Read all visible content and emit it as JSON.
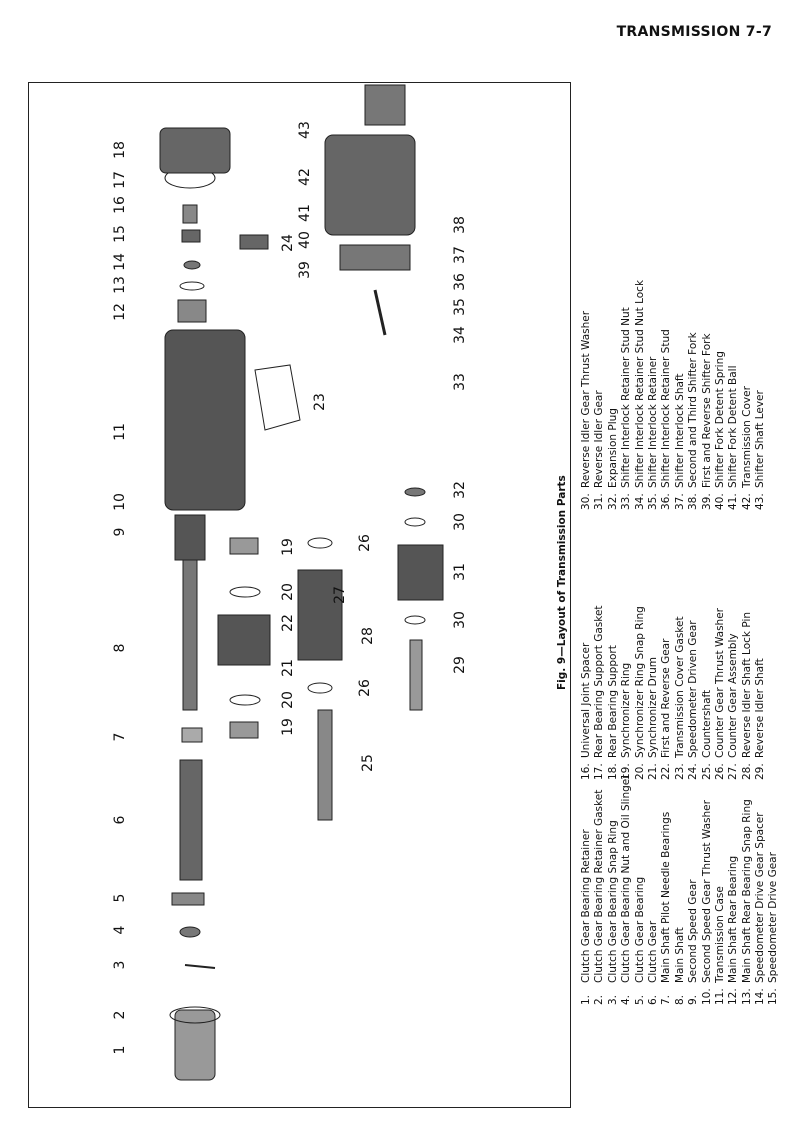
{
  "header": {
    "title": "TRANSMISSION 7-7"
  },
  "figure": {
    "caption": "Fig. 9—Layout of Transmission Parts",
    "callouts": [
      "1",
      "2",
      "3",
      "4",
      "5",
      "6",
      "7",
      "8",
      "9",
      "10",
      "11",
      "12",
      "13",
      "14",
      "15",
      "16",
      "17",
      "18",
      "19",
      "19",
      "20",
      "20",
      "21",
      "22",
      "23",
      "24",
      "25",
      "26",
      "26",
      "27",
      "28",
      "29",
      "30",
      "30",
      "31",
      "32",
      "33",
      "34",
      "35",
      "36",
      "37",
      "38",
      "39",
      "40",
      "41",
      "42",
      "43"
    ]
  },
  "legend": [
    [
      {
        "n": "1.",
        "t": "Clutch Gear Bearing Retainer"
      },
      {
        "n": "2.",
        "t": "Clutch Gear Bearing Retainer Gasket"
      },
      {
        "n": "3.",
        "t": "Clutch Gear Bearing Snap Ring"
      },
      {
        "n": "4.",
        "t": "Clutch Gear Bearing Nut and Oil Slinger"
      },
      {
        "n": "5.",
        "t": "Clutch Gear Bearing"
      },
      {
        "n": "6.",
        "t": "Clutch Gear"
      },
      {
        "n": "7.",
        "t": "Main Shaft Pilot Needle Bearings"
      },
      {
        "n": "8.",
        "t": "Main Shaft"
      },
      {
        "n": "9.",
        "t": "Second Speed Gear"
      },
      {
        "n": "10.",
        "t": "Second Speed Gear Thrust Washer"
      },
      {
        "n": "11.",
        "t": "Transmission Case"
      },
      {
        "n": "12.",
        "t": "Main Shaft Rear Bearing"
      },
      {
        "n": "13.",
        "t": "Main Shaft Rear Bearing Snap Ring"
      },
      {
        "n": "14.",
        "t": "Speedometer Drive Gear Spacer"
      },
      {
        "n": "15.",
        "t": "Speedometer Drive Gear"
      }
    ],
    [
      {
        "n": "16.",
        "t": "Universal Joint Spacer"
      },
      {
        "n": "17.",
        "t": "Rear Bearing Support Gasket"
      },
      {
        "n": "18.",
        "t": "Rear Bearing Support"
      },
      {
        "n": "19.",
        "t": "Synchronizer Ring"
      },
      {
        "n": "20.",
        "t": "Synchronizer Ring Snap Ring"
      },
      {
        "n": "21.",
        "t": "Synchronizer Drum"
      },
      {
        "n": "22.",
        "t": "First and Reverse Gear"
      },
      {
        "n": "23.",
        "t": "Transmission Cover Gasket"
      },
      {
        "n": "24.",
        "t": "Speedometer Driven Gear"
      },
      {
        "n": "25.",
        "t": "Countershaft"
      },
      {
        "n": "26.",
        "t": "Counter Gear Thrust Washer"
      },
      {
        "n": "27.",
        "t": "Counter Gear Assembly"
      },
      {
        "n": "28.",
        "t": "Reverse Idler Shaft Lock Pin"
      },
      {
        "n": "29.",
        "t": "Reverse Idler Shaft"
      }
    ],
    [
      {
        "n": "30.",
        "t": "Reverse Idler Gear Thrust Washer"
      },
      {
        "n": "31.",
        "t": "Reverse Idler Gear"
      },
      {
        "n": "32.",
        "t": "Expansion Plug"
      },
      {
        "n": "33.",
        "t": "Shifter Interlock Retainer Stud Nut"
      },
      {
        "n": "34.",
        "t": "Shifter Interlock Retainer Stud Nut Lock"
      },
      {
        "n": "35.",
        "t": "Shifter Interlock Retainer"
      },
      {
        "n": "36.",
        "t": "Shifter Interlock Retainer Stud"
      },
      {
        "n": "37.",
        "t": "Shifter Interlock Shaft"
      },
      {
        "n": "38.",
        "t": "Second and Third Shifter Fork"
      },
      {
        "n": "39.",
        "t": "First and Reverse Shifter Fork"
      },
      {
        "n": "40.",
        "t": "Shifter Fork Detent Spring"
      },
      {
        "n": "41.",
        "t": "Shifter Fork Detent Ball"
      },
      {
        "n": "42.",
        "t": "Transmission Cover"
      },
      {
        "n": "43.",
        "t": "Shifter Shaft Lever"
      }
    ]
  ]
}
